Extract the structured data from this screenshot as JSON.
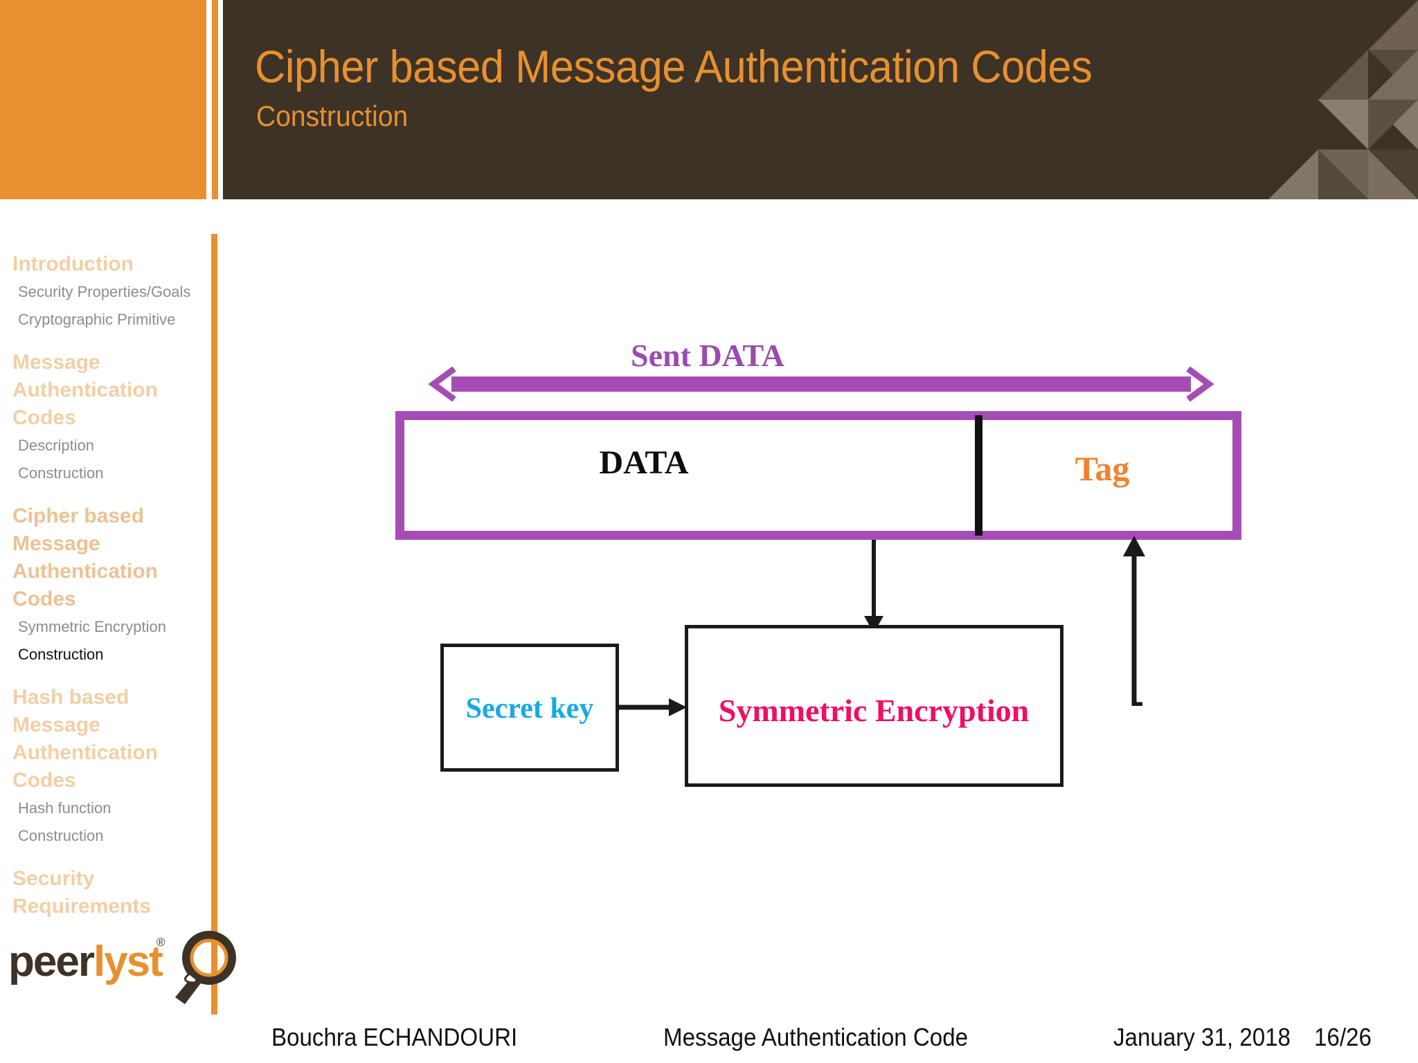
{
  "header": {
    "title": "Cipher based Message Authentication Codes",
    "subtitle": "Construction",
    "bg_color": "#3D3226",
    "accent_color": "#E8902F"
  },
  "sidebar": {
    "sections": [
      {
        "heading": "Introduction",
        "active": false,
        "items": [
          {
            "label": "Security Properties/Goals",
            "current": false
          },
          {
            "label": "Cryptographic Primitive",
            "current": false
          }
        ]
      },
      {
        "heading": "Message Authentication Codes",
        "active": false,
        "items": [
          {
            "label": "Description",
            "current": false
          },
          {
            "label": "Construction",
            "current": false
          }
        ]
      },
      {
        "heading": "Cipher based Message Authentication Codes",
        "active": true,
        "items": [
          {
            "label": "Symmetric Encryption",
            "current": false
          },
          {
            "label": "Construction",
            "current": true
          }
        ]
      },
      {
        "heading": "Hash based Message Authentication Codes",
        "active": false,
        "items": [
          {
            "label": "Hash function",
            "current": false
          },
          {
            "label": "Construction",
            "current": false
          }
        ]
      },
      {
        "heading": "Security Requirements",
        "active": false,
        "items": []
      }
    ]
  },
  "logo": {
    "part_one": "peer",
    "part_two": "lyst",
    "registered_mark": "®",
    "icon": "magnifier-icon"
  },
  "diagram": {
    "sent_data_label": "Sent DATA",
    "sent_data_color": "#9B4BAE",
    "packet": {
      "data_label": "DATA",
      "data_color": "#0d0d0d",
      "tag_label": "Tag",
      "tag_color": "#F2812F",
      "border_color": "#A64CB5"
    },
    "secret_key_label": "Secret key",
    "secret_key_color": "#18A8E8",
    "encryption_label": "Symmetric Encryption",
    "encryption_color": "#F20D63"
  },
  "footer": {
    "author": "Bouchra ECHANDOURI",
    "topic": "Message Authentication Code",
    "date": "January 31, 2018",
    "page": "16/26"
  }
}
